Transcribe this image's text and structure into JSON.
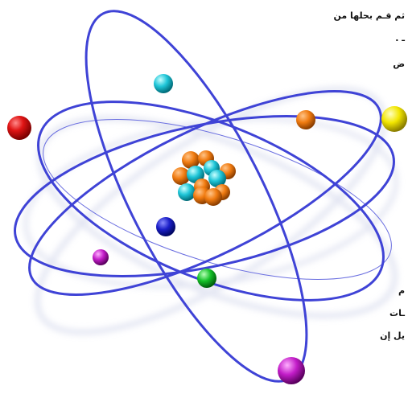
{
  "text_fragments": [
    "ثم قـم بحلها من",
    "ـ .",
    "ض",
    "م",
    "ـات",
    "يل إن"
  ],
  "colors": {
    "orbit": "#3f43d6",
    "orbit_thin": "#6a6ee0",
    "shadow": "#c8cde6"
  }
}
